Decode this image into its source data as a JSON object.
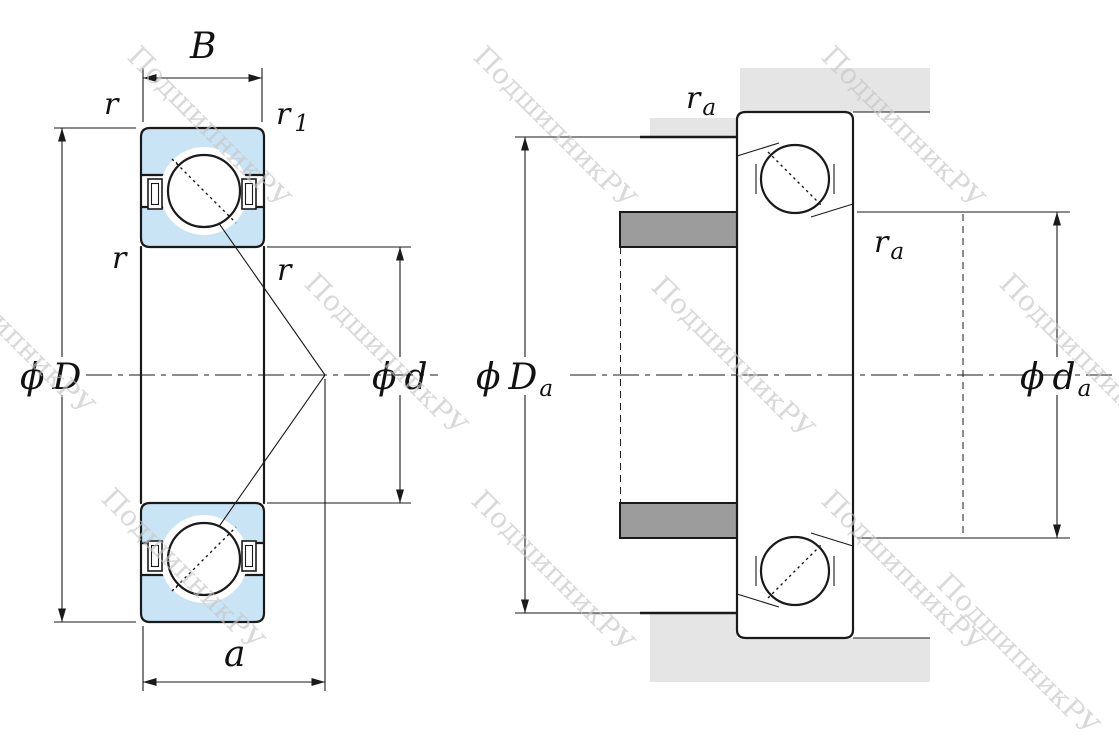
{
  "diagram": {
    "watermark_text": "ПодшипникРУ",
    "colors": {
      "bearing_ring_fill": "#c9e4f5",
      "housing_fill": "#e5e5e5",
      "shaft_shoulder_fill": "#9c9c9c",
      "line": "#1a1a1a",
      "watermark": "#c6c6c6"
    },
    "left_view": {
      "width": {
        "letter": "B"
      },
      "fillet_top_left": {
        "letter": "r",
        "sub": ""
      },
      "fillet_top_right": {
        "letter": "r",
        "sub": "1"
      },
      "fillet_inner_left": {
        "letter": "r",
        "sub": ""
      },
      "fillet_inner_right": {
        "letter": "r",
        "sub": ""
      },
      "outer_diameter": {
        "phi": "ϕ",
        "letter": "D",
        "sub": ""
      },
      "bore_diameter": {
        "phi": "ϕ",
        "letter": "d",
        "sub": ""
      },
      "pressure_center_distance": {
        "letter": "a"
      }
    },
    "right_view": {
      "housing_fillet_radius": {
        "letter": "r",
        "sub": "a"
      },
      "shaft_fillet_radius": {
        "letter": "r",
        "sub": "a"
      },
      "housing_abutment_diameter": {
        "phi": "ϕ",
        "letter": "D",
        "sub": "a"
      },
      "shaft_abutment_diameter": {
        "phi": "ϕ",
        "letter": "d",
        "sub": "a"
      }
    }
  }
}
